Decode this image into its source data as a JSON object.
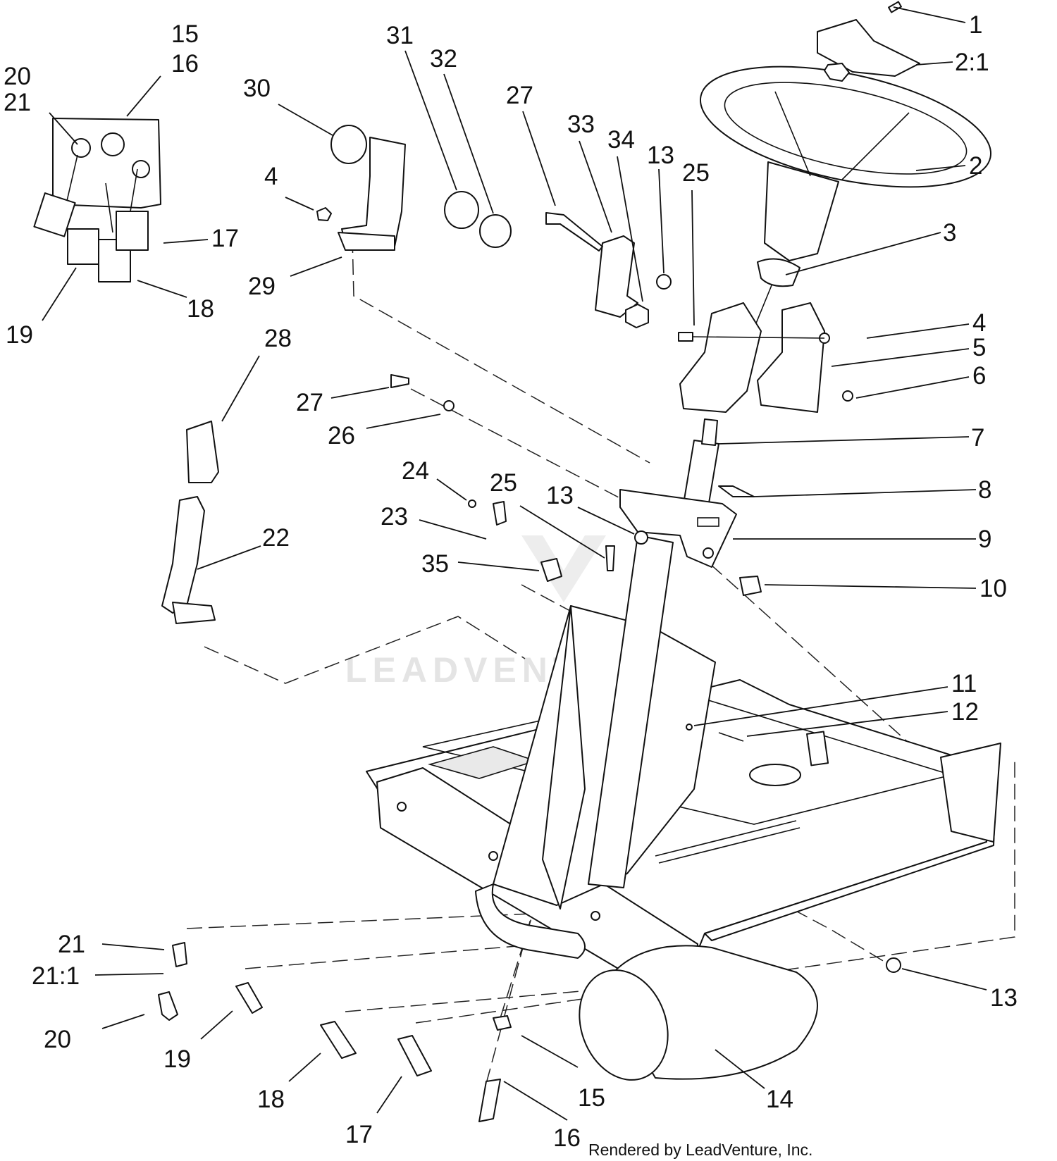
{
  "callouts": {
    "c_1": "1",
    "c_2_1": "2:1",
    "c_2": "2",
    "c_3": "3",
    "c_4_r": "4",
    "c_5": "5",
    "c_6": "6",
    "c_7": "7",
    "c_8": "8",
    "c_9": "9",
    "c_10": "10",
    "c_11": "11",
    "c_12": "12",
    "c_13_r": "13",
    "c_14": "14",
    "c_15_b": "15",
    "c_16_b": "16",
    "c_17_b": "17",
    "c_18_b": "18",
    "c_19_b": "19",
    "c_20_b": "20",
    "c_21_1": "21:1",
    "c_21_b": "21",
    "c_22": "22",
    "c_23": "23",
    "c_24": "24",
    "c_25_m": "25",
    "c_13_m": "13",
    "c_35": "35",
    "c_26": "26",
    "c_27_m": "27",
    "c_28": "28",
    "c_29": "29",
    "c_4_l": "4",
    "c_30": "30",
    "c_31": "31",
    "c_32": "32",
    "c_27_t": "27",
    "c_33": "33",
    "c_34": "34",
    "c_13_t": "13",
    "c_25_t": "25",
    "c_15_tl": "15",
    "c_16_tl": "16",
    "c_20_tl": "20",
    "c_21_tl": "21",
    "c_17_tl": "17",
    "c_18_tl": "18",
    "c_19_tl": "19"
  },
  "watermark": "LEADVENTURE",
  "credit": "Rendered by LeadVenture, Inc."
}
